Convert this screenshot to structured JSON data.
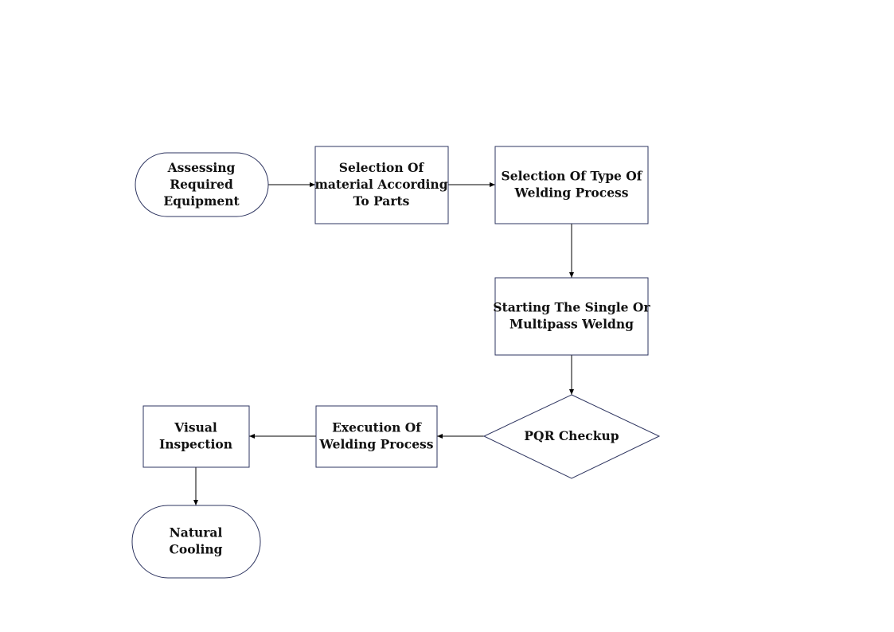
{
  "nodes": {
    "assessing_equipment": {
      "shape": "terminal",
      "lines": [
        "Assessing",
        "Required",
        "Equipment"
      ]
    },
    "selection_material": {
      "shape": "process",
      "lines": [
        "Selection Of",
        "material According",
        "To Parts"
      ]
    },
    "selection_process_type": {
      "shape": "process",
      "lines": [
        "Selection Of Type Of",
        "Welding Process"
      ]
    },
    "starting_welding": {
      "shape": "process",
      "lines": [
        "Starting The Single Or",
        "Multipass Weldng"
      ]
    },
    "pqr_checkup": {
      "shape": "decision",
      "lines": [
        "PQR Checkup"
      ]
    },
    "execution_welding": {
      "shape": "process",
      "lines": [
        "Execution Of",
        "Welding Process"
      ]
    },
    "visual_inspection": {
      "shape": "process",
      "lines": [
        "Visual",
        "Inspection"
      ]
    },
    "natural_cooling": {
      "shape": "terminal",
      "lines": [
        "Natural",
        "Cooling"
      ]
    }
  },
  "edges": [
    {
      "from": "assessing_equipment",
      "to": "selection_material"
    },
    {
      "from": "selection_material",
      "to": "selection_process_type"
    },
    {
      "from": "selection_process_type",
      "to": "starting_welding"
    },
    {
      "from": "starting_welding",
      "to": "pqr_checkup"
    },
    {
      "from": "pqr_checkup",
      "to": "execution_welding"
    },
    {
      "from": "execution_welding",
      "to": "visual_inspection"
    },
    {
      "from": "visual_inspection",
      "to": "natural_cooling"
    }
  ]
}
